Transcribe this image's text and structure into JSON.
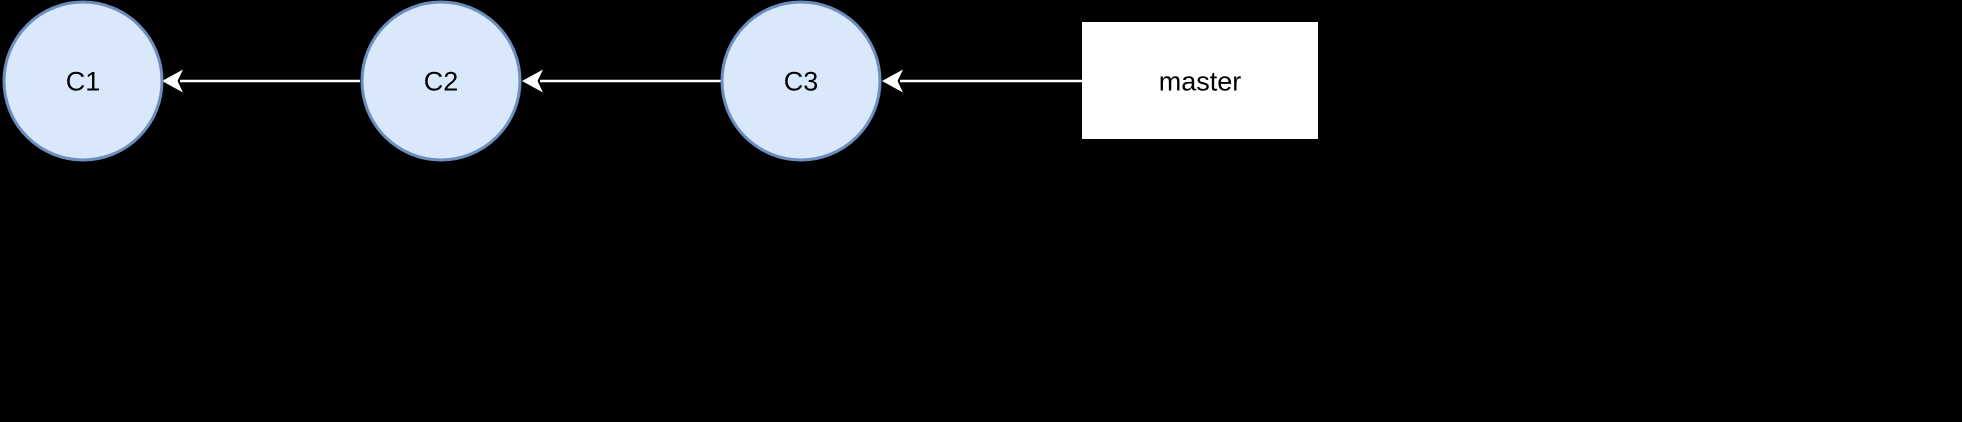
{
  "diagram": {
    "kind": "git-commit-graph",
    "colors": {
      "bg": "#000000",
      "commit-fill": "#dae8fc",
      "commit-stroke": "#6c8ebf",
      "branch-fill": "#ffffff",
      "arrow": "#ffffff",
      "label": "#000000"
    },
    "commits": [
      {
        "label": "C1"
      },
      {
        "label": "C2"
      },
      {
        "label": "C3"
      }
    ],
    "branch": {
      "label": "master"
    },
    "edges": [
      {
        "from": "C2",
        "to": "C1"
      },
      {
        "from": "C3",
        "to": "C2"
      },
      {
        "from": "master",
        "to": "C3"
      }
    ]
  }
}
